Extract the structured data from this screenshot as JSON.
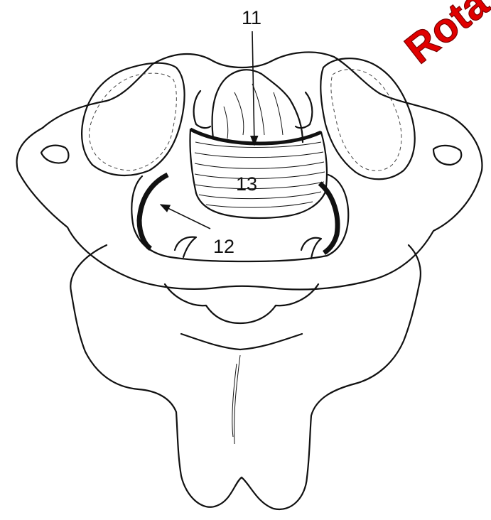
{
  "figure": {
    "watermark": "Rota",
    "labels": {
      "l11": "11",
      "l12": "12",
      "l13": "13"
    },
    "colors": {
      "ink": "#111111",
      "watermark": "#e00000",
      "background": "#ffffff"
    }
  }
}
